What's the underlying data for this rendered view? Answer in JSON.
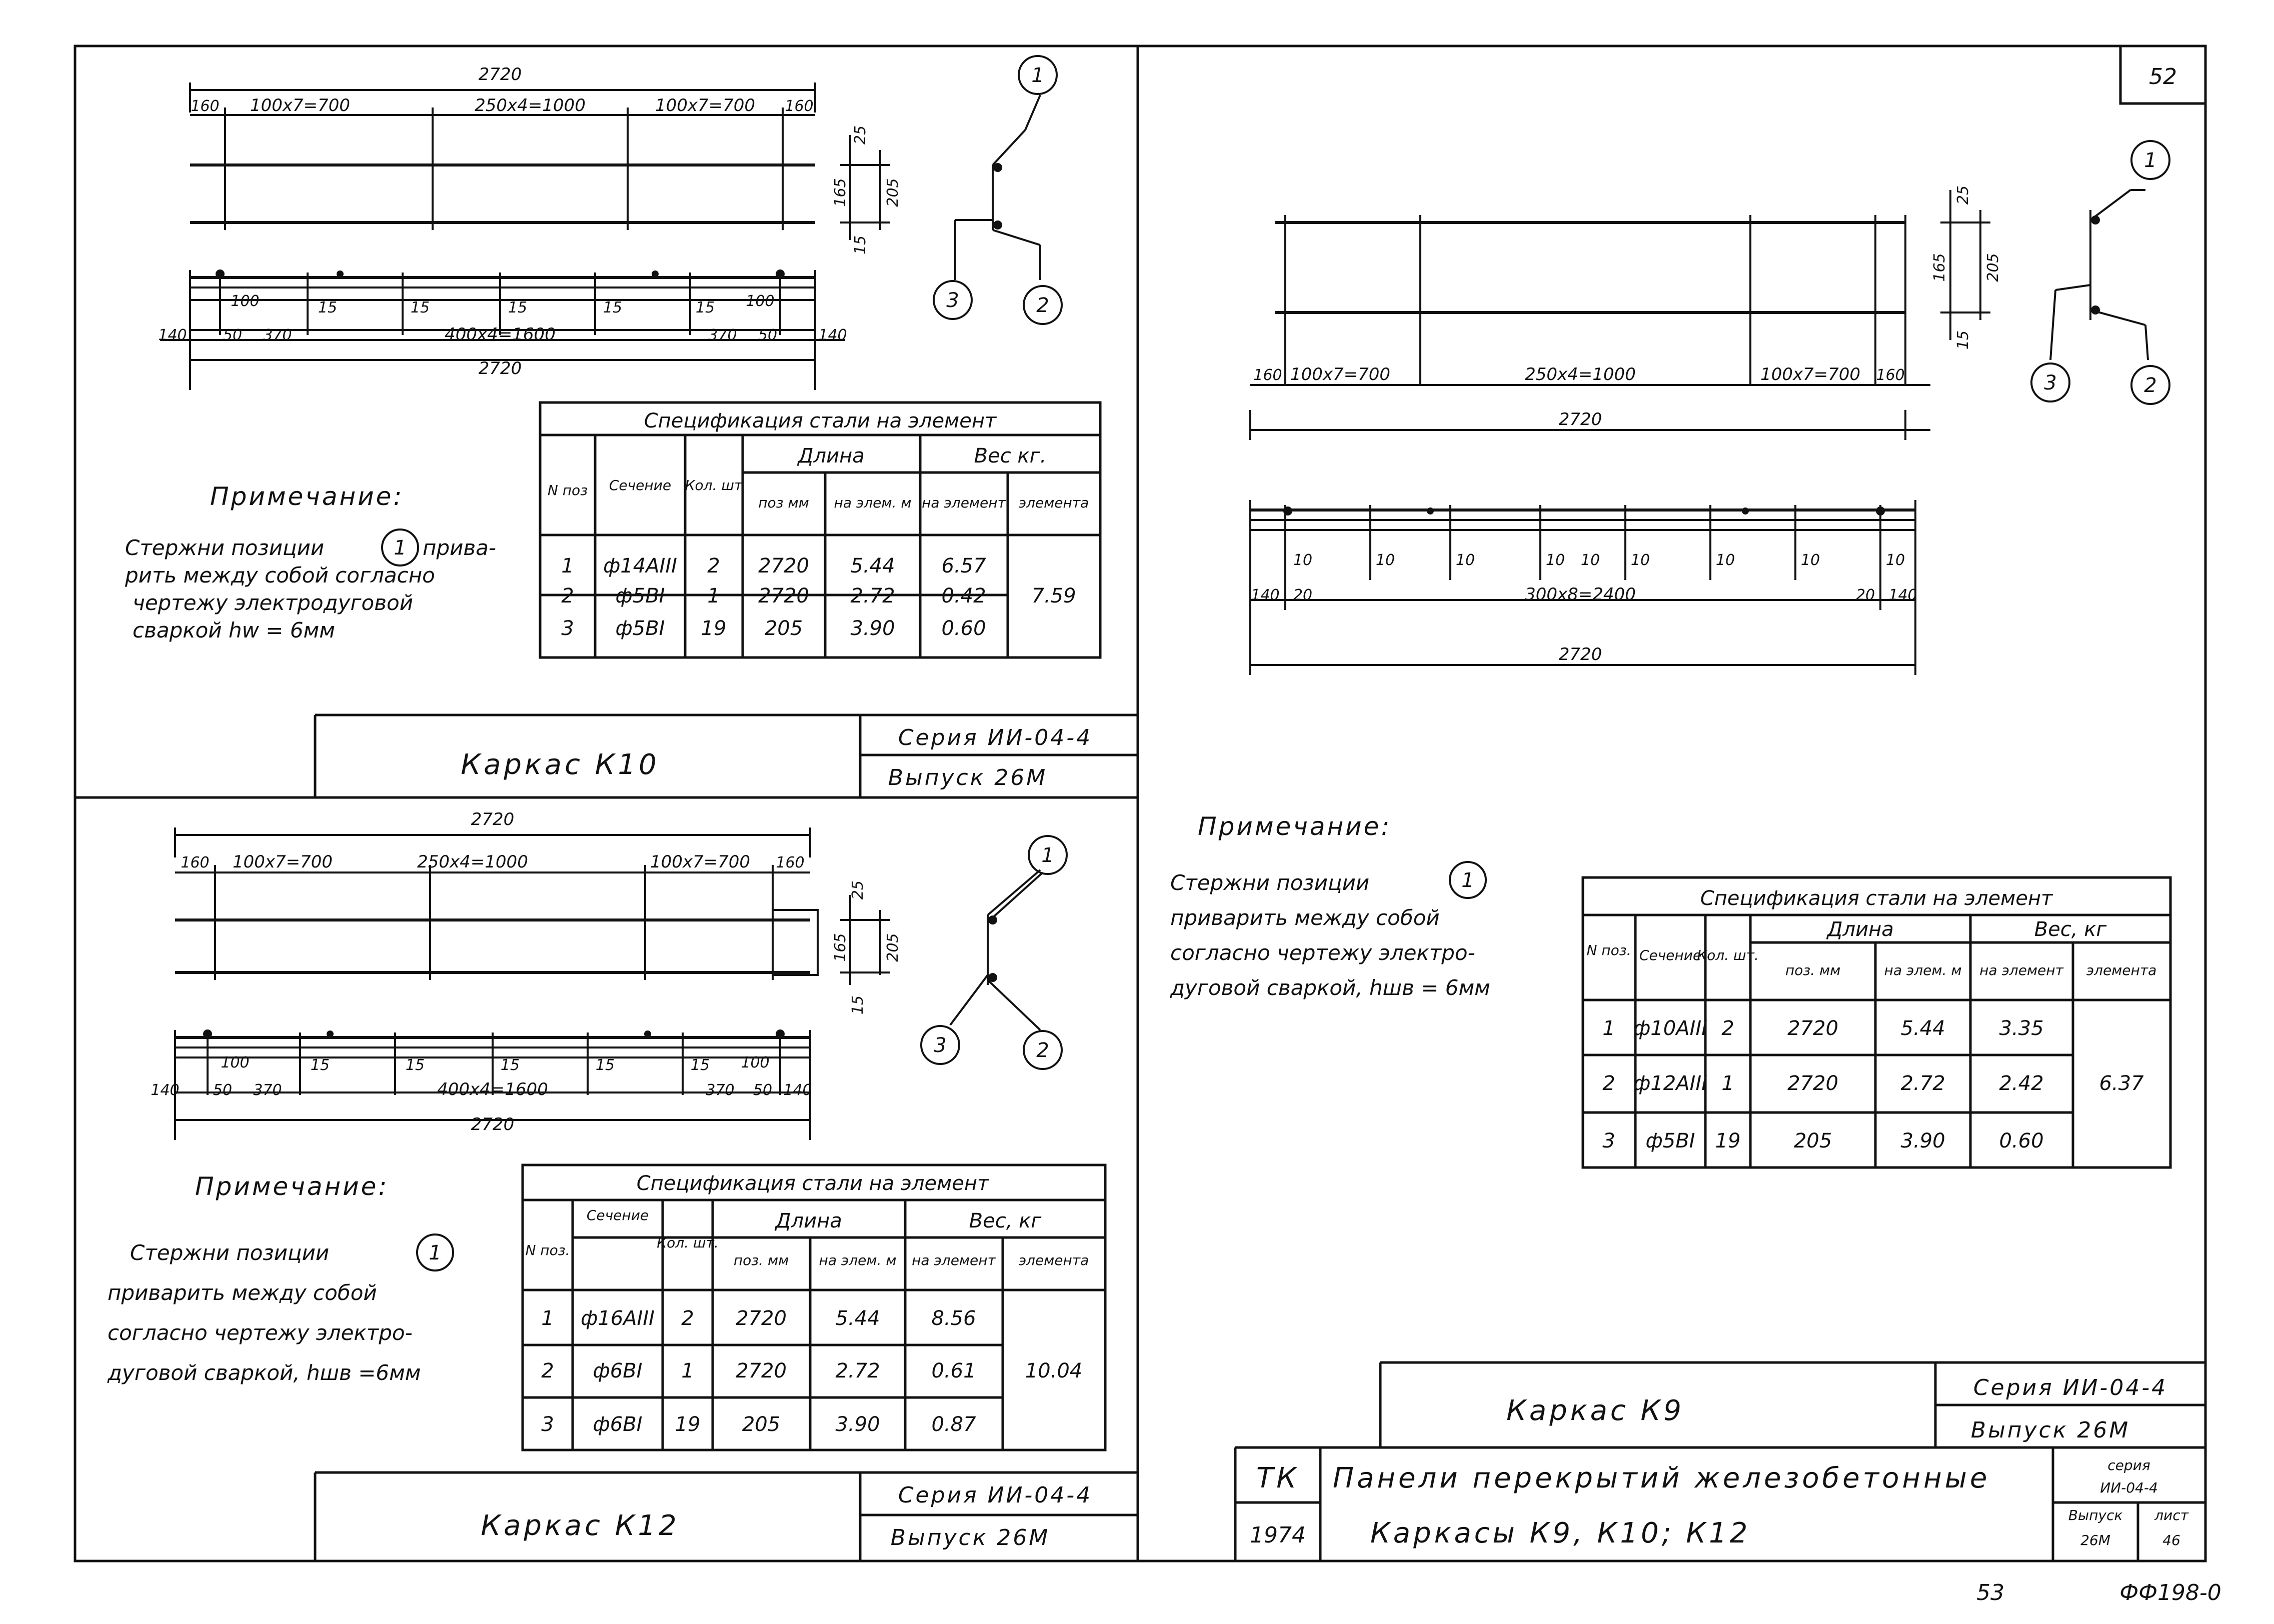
{
  "sheet": {
    "page_number": "52",
    "bottom_number": "53",
    "archive_code": "ФФ198-0"
  },
  "k10": {
    "overall_top": "2720",
    "seg_top": [
      "160",
      "100x7=700",
      "250x4=1000",
      "100x7=700",
      "160"
    ],
    "side_dims": [
      "25",
      "165",
      "205",
      "15"
    ],
    "bottom_small": [
      "100",
      "15",
      "15",
      "15",
      "15",
      "15",
      "100"
    ],
    "bottom_main": [
      "140",
      "50",
      "370",
      "400x4=1600",
      "370",
      "50",
      "140"
    ],
    "overall_bottom": "2720",
    "callouts": [
      "1",
      "2",
      "3"
    ],
    "note_title": "Примечание:",
    "note_lines": [
      "Стержни позиции",
      "привa-",
      "рить между собой согласно",
      "чертежу электродуговой",
      "сваркой hw = 6мм"
    ],
    "note_ref": "1",
    "spec_title": "Спецификация стали на элемент",
    "spec_headers": {
      "pos": "N поз",
      "section": "Сечение",
      "qty": "Кол. шт",
      "length": "Длина",
      "len_pos": "поз мм",
      "len_elem": "на элем. м",
      "weight": "Вес кг.",
      "w_elem": "на элемент",
      "w_total": "элемента"
    },
    "spec_rows": [
      {
        "pos": "1",
        "section": "ф14AIII",
        "qty": "2",
        "len_pos": "2720",
        "len_elem": "5.44",
        "w_elem": "6.57"
      },
      {
        "pos": "2",
        "section": "ф5BI",
        "qty": "1",
        "len_pos": "2720",
        "len_elem": "2.72",
        "w_elem": "0.42"
      },
      {
        "pos": "3",
        "section": "ф5BI",
        "qty": "19",
        "len_pos": "205",
        "len_elem": "3.90",
        "w_elem": "0.60"
      }
    ],
    "spec_total": "7.59",
    "title": "Каркас К10",
    "series": "Серия ИИ-04-4",
    "issue": "Выпуск 26М"
  },
  "k12": {
    "overall_top": "2720",
    "seg_top": [
      "160",
      "100x7=700",
      "250x4=1000",
      "100x7=700",
      "160"
    ],
    "side_dims": [
      "25",
      "165",
      "205",
      "15"
    ],
    "bottom_small": [
      "100",
      "15",
      "15",
      "15",
      "15",
      "15",
      "100"
    ],
    "bottom_main": [
      "140",
      "50",
      "370",
      "400x4=1600",
      "370",
      "50",
      "140"
    ],
    "overall_bottom": "2720",
    "callouts": [
      "1",
      "2",
      "3"
    ],
    "note_title": "Примечание:",
    "note_lines": [
      "Стержни позиции",
      "приварить между собой",
      "согласно чертежу электро-",
      "дуговой сваркой, hшв =6мм"
    ],
    "note_ref": "1",
    "spec_title": "Спецификация стали на элемент",
    "spec_headers": {
      "pos": "N поз.",
      "section": "Сечение",
      "qty": "Кол. шт.",
      "length": "Длина",
      "len_pos": "поз. мм",
      "len_elem": "на элем. м",
      "weight": "Вес, кг",
      "w_elem": "на элемент",
      "w_total": "элемента"
    },
    "spec_rows": [
      {
        "pos": "1",
        "section": "ф16AIII",
        "qty": "2",
        "len_pos": "2720",
        "len_elem": "5.44",
        "w_elem": "8.56"
      },
      {
        "pos": "2",
        "section": "ф6BI",
        "qty": "1",
        "len_pos": "2720",
        "len_elem": "2.72",
        "w_elem": "0.61"
      },
      {
        "pos": "3",
        "section": "ф6BI",
        "qty": "19",
        "len_pos": "205",
        "len_elem": "3.90",
        "w_elem": "0.87"
      }
    ],
    "spec_total": "10.04",
    "title": "Каркас К12",
    "series": "Серия ИИ-04-4",
    "issue": "Выпуск 26М"
  },
  "k9": {
    "side_dims": [
      "25",
      "165",
      "205",
      "15"
    ],
    "seg_top": [
      "160",
      "100x7=700",
      "250x4=1000",
      "100x7=700",
      "160"
    ],
    "overall_top": "2720",
    "bottom_small": [
      "10",
      "10",
      "10",
      "10",
      "10",
      "10",
      "10",
      "10",
      "10"
    ],
    "bottom_main": [
      "140",
      "20",
      "300x8=2400",
      "20",
      "140"
    ],
    "overall_bottom": "2720",
    "callouts": [
      "1",
      "2",
      "3"
    ],
    "note_title": "Примечание:",
    "note_lines": [
      "Стержни позиции",
      "приварить между собой",
      "согласно чертежу электро-",
      "дуговой сваркой, hшв = 6мм"
    ],
    "note_ref": "1",
    "spec_title": "Спецификация стали на элемент",
    "spec_headers": {
      "pos": "N поз.",
      "section": "Сечение",
      "qty": "Кол. шт.",
      "length": "Длина",
      "len_pos": "поз. мм",
      "len_elem": "на элем. м",
      "weight": "Вес, кг",
      "w_elem": "на элемент",
      "w_total": "элемента"
    },
    "spec_rows": [
      {
        "pos": "1",
        "section": "ф10AIII",
        "qty": "2",
        "len_pos": "2720",
        "len_elem": "5.44",
        "w_elem": "3.35"
      },
      {
        "pos": "2",
        "section": "ф12AIII",
        "qty": "1",
        "len_pos": "2720",
        "len_elem": "2.72",
        "w_elem": "2.42"
      },
      {
        "pos": "3",
        "section": "ф5BI",
        "qty": "19",
        "len_pos": "205",
        "len_elem": "3.90",
        "w_elem": "0.60"
      }
    ],
    "spec_total": "6.37",
    "title": "Каркас К9",
    "series": "Серия ИИ-04-4",
    "issue": "Выпуск 26М"
  },
  "stamp": {
    "org": "ТК",
    "year": "1974",
    "title_line1": "Панели перекрытий железобетонные",
    "title_line2": "Каркасы К9, К10; К12",
    "series_label": "серия",
    "series_value": "ИИ-04-4",
    "issue_label": "Выпуск",
    "issue_value": "26М",
    "sheet_label": "лист",
    "sheet_value": "46"
  }
}
